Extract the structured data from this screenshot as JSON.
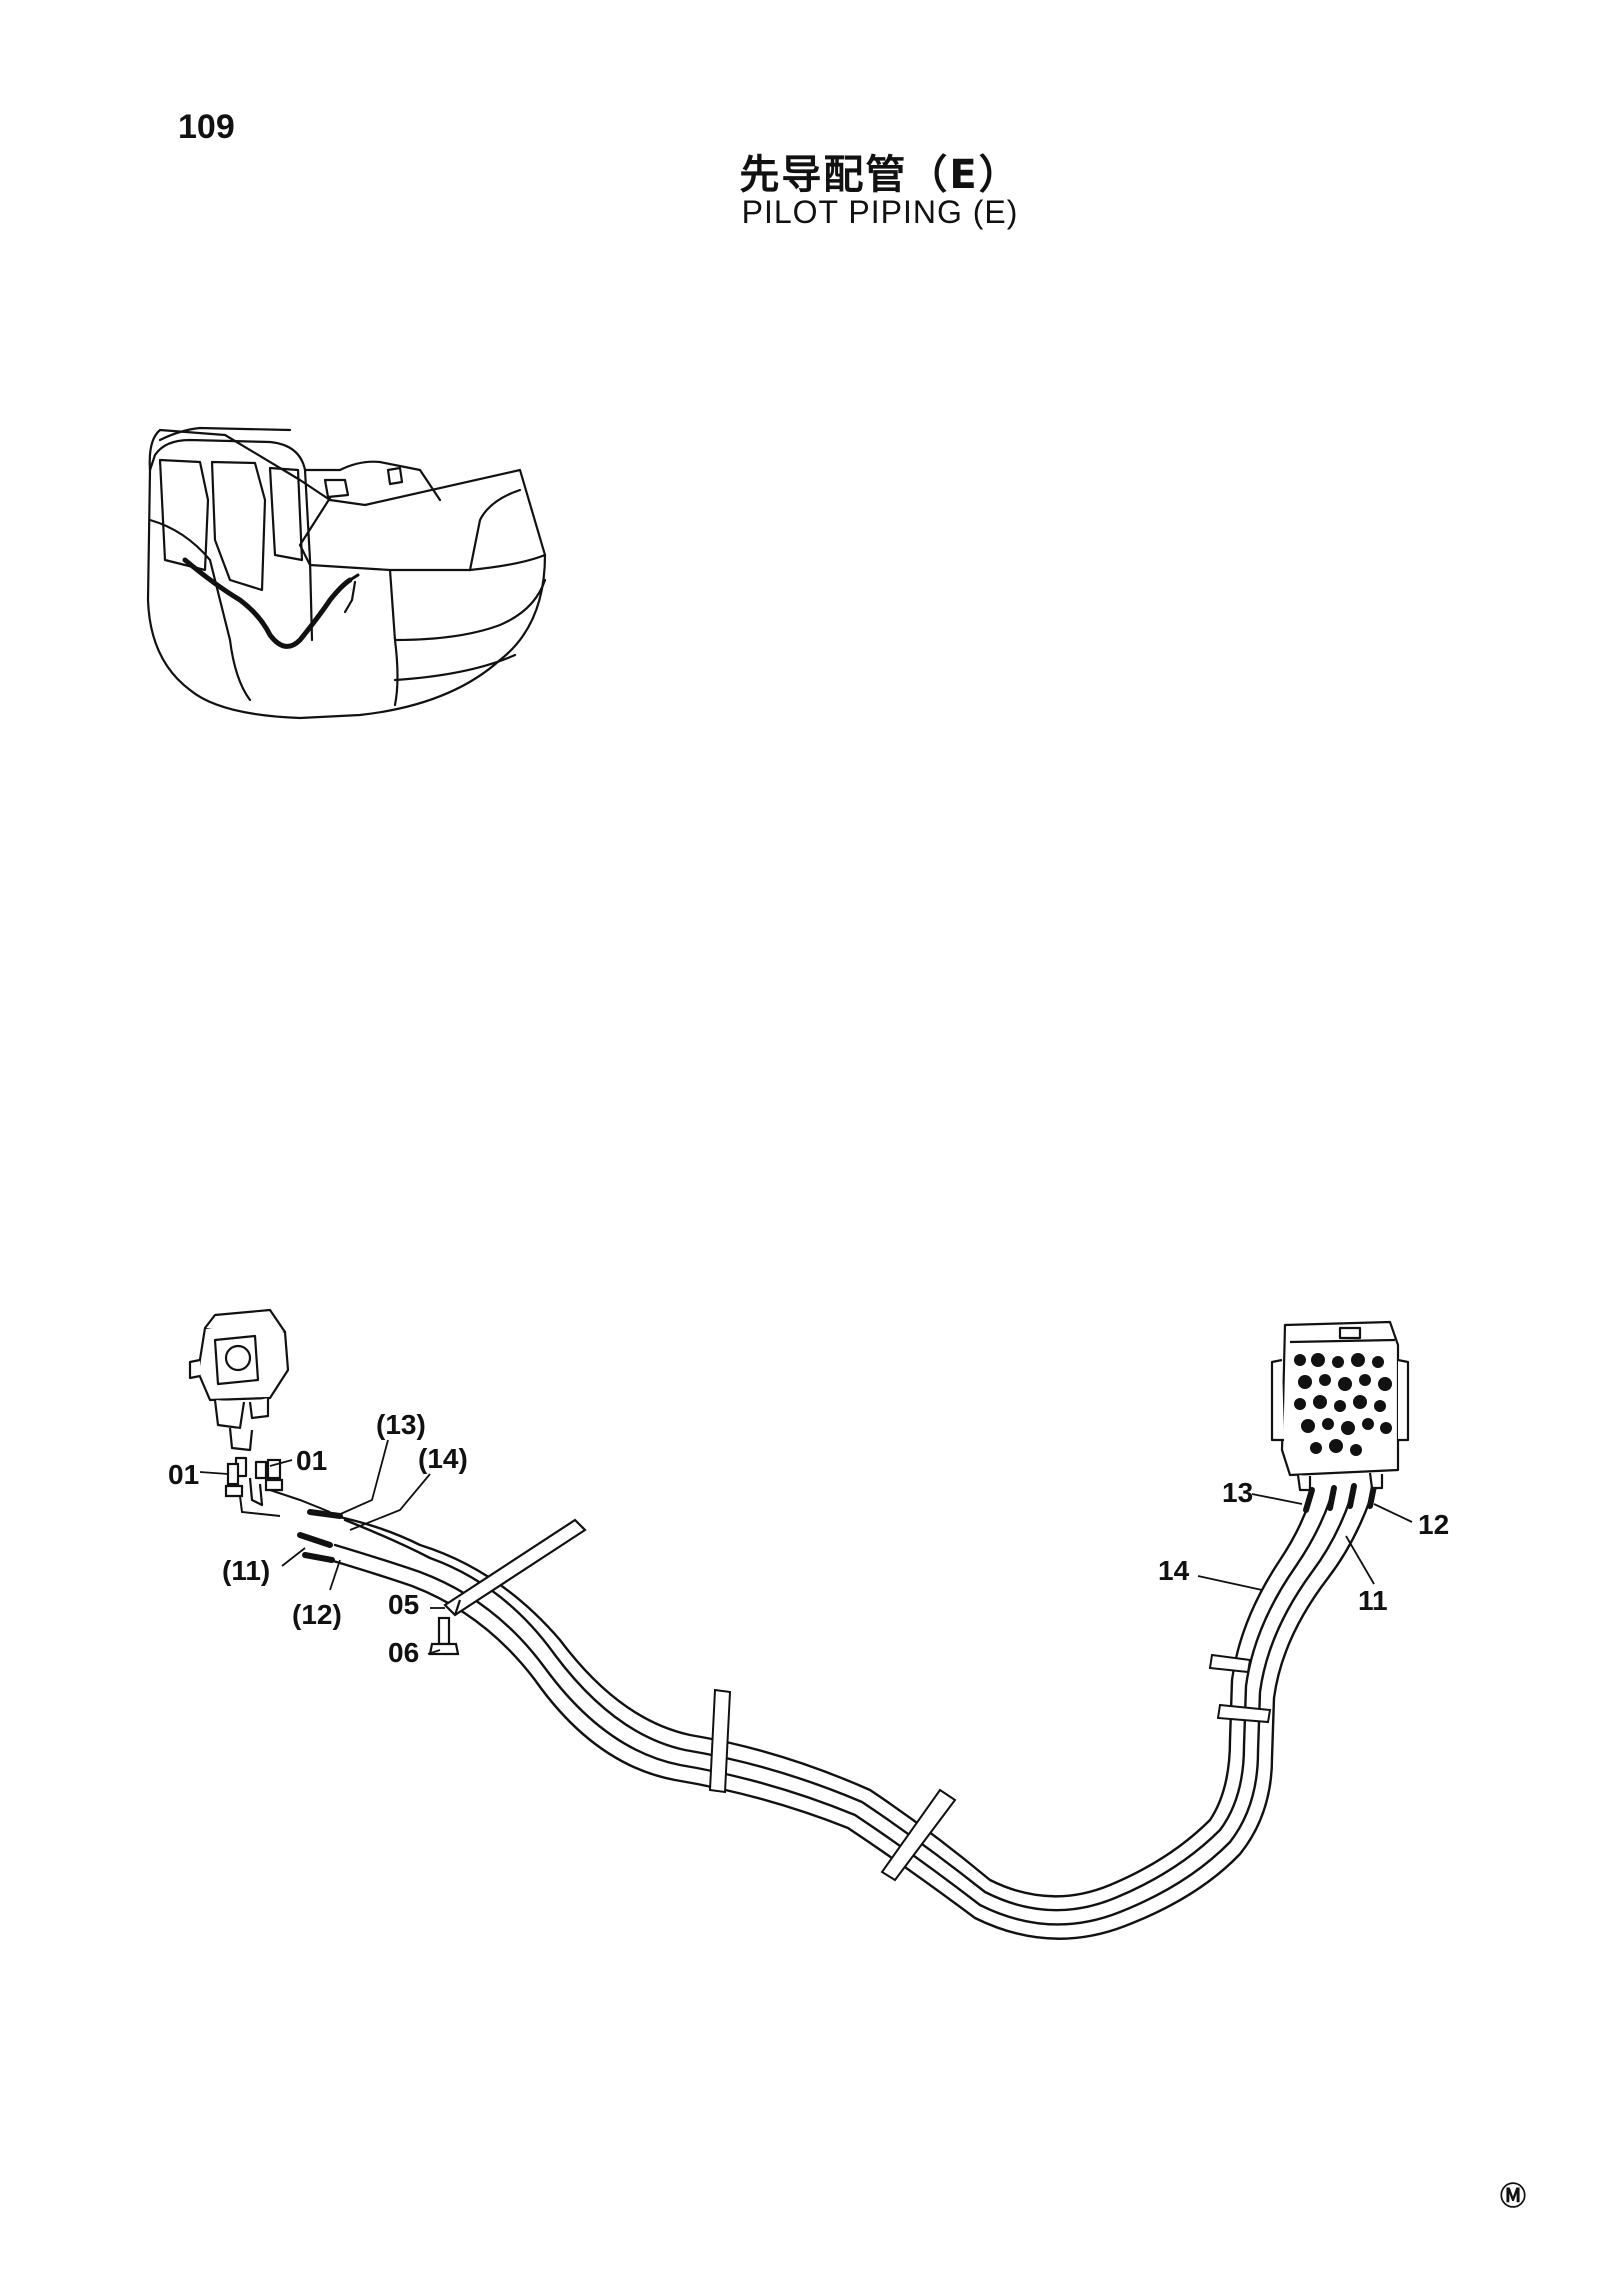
{
  "page_number": "109",
  "title_cn": "先导配管（E）",
  "title_en": "PILOT PIPING (E)",
  "labels": {
    "l01a": "01",
    "l01b": "01",
    "l13p": "(13)",
    "l14p": "(14)",
    "l11p": "(11)",
    "l12p": "(12)",
    "l05": "05",
    "l06": "06",
    "l13": "13",
    "l12": "12",
    "l14": "14",
    "l11": "11"
  },
  "corner_mark": "Ⓜ",
  "line_color": "#111111"
}
